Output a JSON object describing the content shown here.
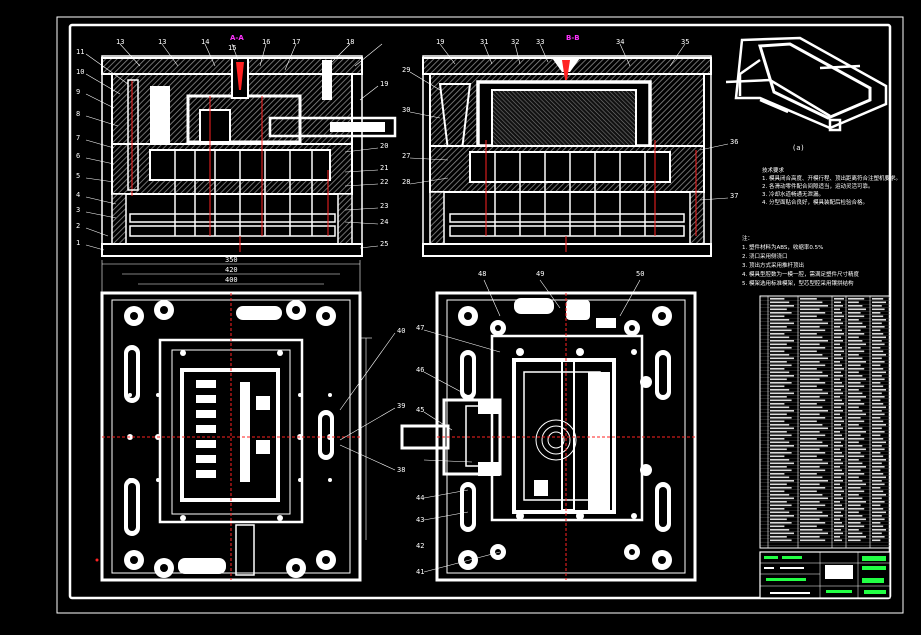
{
  "section_labels": {
    "left": "A-A",
    "right": "B-B"
  },
  "left_section_callouts_left": [
    "11",
    "10",
    "9",
    "8",
    "7",
    "6",
    "5",
    "4",
    "3",
    "2",
    "1"
  ],
  "left_section_callouts_top": [
    "13",
    "13",
    "14",
    "15",
    "16",
    "17",
    "18"
  ],
  "left_section_callouts_right": [
    "19",
    "20",
    "21",
    "22",
    "23",
    "24",
    "25"
  ],
  "right_section_callouts_top": [
    "19",
    "31",
    "32",
    "33",
    "34",
    "35"
  ],
  "right_section_callouts_left": [
    "29",
    "30",
    "27",
    "28"
  ],
  "right_section_callouts_right": [
    "36",
    "37"
  ],
  "plan_dims": [
    "350",
    "420",
    "400"
  ],
  "plan_callouts_right": [
    "40",
    "39",
    "38"
  ],
  "plan2_callouts_top": [
    "48",
    "49",
    "50"
  ],
  "plan2_callouts_left": [
    "47",
    "46",
    "45",
    "44",
    "43",
    "42",
    "41"
  ],
  "tech_requirements": {
    "title": "技术要求",
    "items": [
      "1. 模具闭合高度、开模行程、顶出距离符合注塑机要求。",
      "2. 各滑动零件配合间隙适当，运动灵活可靠。",
      "3. 冷却水道畅通无泄漏。",
      "4. 分型面贴合良好，模具装配后检验合格。"
    ]
  },
  "notes2": {
    "title": "注：",
    "items": [
      "1. 塑件材料为ABS，收缩率0.5%",
      "2. 浇口采用侧浇口",
      "3. 顶出方式采用推杆顶出",
      "4. 模具型腔数为一模一腔，需满足塑件尺寸精度",
      "5. 模架选用标准模架，型芯型腔采用镶拼结构"
    ]
  },
  "view_label": "(a)",
  "colors": {
    "background": "#000000",
    "line": "#ffffff",
    "section": "#ff33ff",
    "red": "#ff2222",
    "green": "#22ff44",
    "hatch": "#9a9a9a"
  },
  "icons": [
    "isometric-mold-view"
  ]
}
